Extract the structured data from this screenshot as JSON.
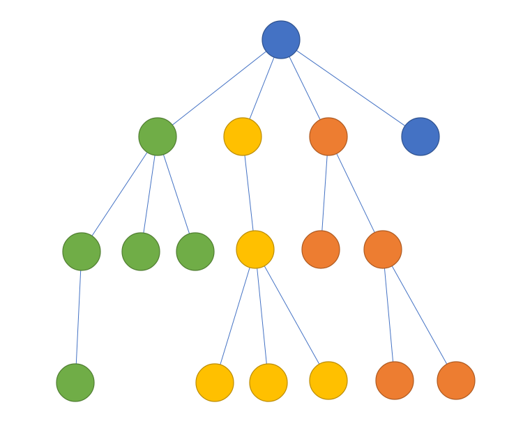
{
  "colors": {
    "edge": "#4472C4",
    "blue": {
      "fill": "#4472C4",
      "stroke": "#2F528F"
    },
    "green": {
      "fill": "#70AD47",
      "stroke": "#507E32"
    },
    "yellow": {
      "fill": "#FFC000",
      "stroke": "#BC8C00"
    },
    "orange": {
      "fill": "#ED7D31",
      "stroke": "#AE5A21"
    }
  },
  "tree": {
    "color": "blue",
    "children": [
      {
        "color": "green",
        "children": [
          {
            "color": "green",
            "children": [
              {
                "color": "green",
                "children": []
              }
            ]
          },
          {
            "color": "green",
            "children": []
          },
          {
            "color": "green",
            "children": []
          }
        ]
      },
      {
        "color": "yellow",
        "children": [
          {
            "color": "yellow",
            "children": [
              {
                "color": "yellow",
                "children": []
              },
              {
                "color": "yellow",
                "children": []
              },
              {
                "color": "yellow",
                "children": []
              }
            ]
          }
        ]
      },
      {
        "color": "orange",
        "children": [
          {
            "color": "orange",
            "children": []
          },
          {
            "color": "orange",
            "children": [
              {
                "color": "orange",
                "children": []
              },
              {
                "color": "orange",
                "children": []
              }
            ]
          }
        ]
      },
      {
        "color": "blue",
        "children": []
      }
    ]
  }
}
